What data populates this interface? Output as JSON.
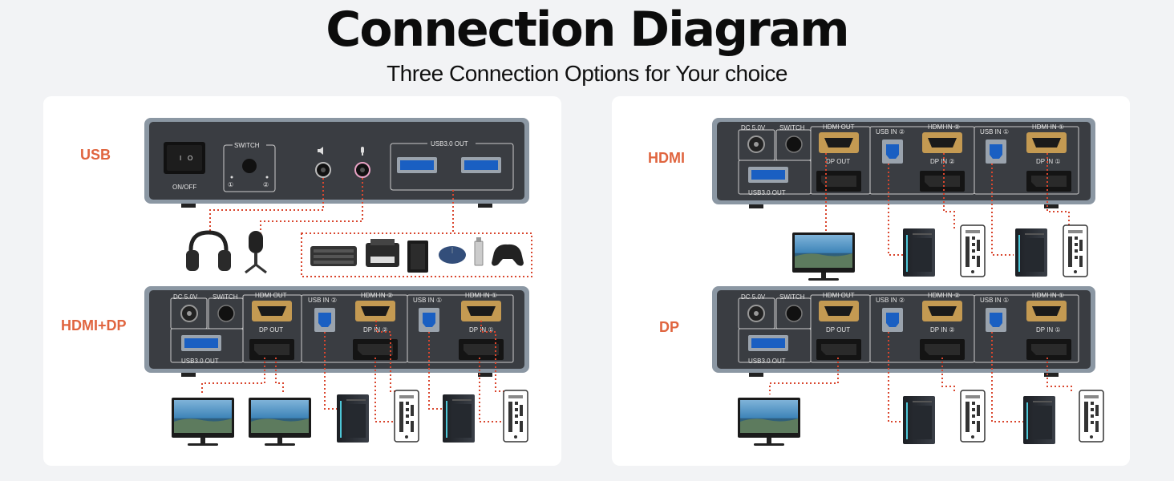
{
  "header": {
    "title": "Connection Diagram",
    "subtitle": "Three Connection Options for Your choice"
  },
  "colors": {
    "accent": "#e0653f",
    "cable": "#d9462e",
    "device_body": "#3a3d42",
    "device_edge": "#8b97a3"
  },
  "options": {
    "usb": "USB",
    "hdmi_dp": "HDMI+DP",
    "hdmi": "HDMI",
    "dp": "DP"
  },
  "ports": {
    "on_off": "ON/OFF",
    "switch": "SWITCH",
    "sel1": "①",
    "sel2": "②",
    "usb3_out": "USB3.0 OUT",
    "dc": "DC 5.0V",
    "hdmi_out": "HDMI OUT",
    "dp_out": "DP OUT",
    "usb_in_2": "USB IN ②",
    "hdmi_in_2": "HDMI IN ②",
    "dp_in_2": "DP IN ②",
    "usb_in_1": "USB IN ①",
    "hdmi_in_1": "HDMI IN ①",
    "dp_in_1": "DP IN ①"
  },
  "icons": [
    "speaker-icon",
    "microphone-icon",
    "headphones-icon",
    "studio-microphone-icon",
    "keyboard-icon",
    "printer-icon",
    "external-drive-icon",
    "mouse-icon",
    "usb-flash-drive-icon",
    "gamepad-icon",
    "monitor-icon",
    "pc-tower-icon",
    "graphics-card-bracket-icon"
  ]
}
